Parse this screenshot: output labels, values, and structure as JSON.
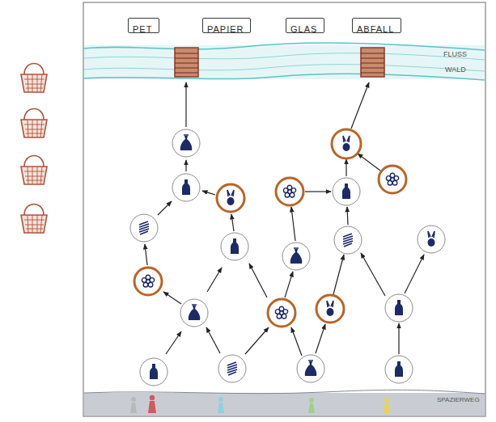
{
  "diagram": {
    "nodes": [
      {
        "text": [
          "PET"
        ]
      },
      {
        "text": [
          "PAPIER"
        ]
      },
      {
        "text": [
          "GLAS"
        ]
      },
      {
        "text": [
          "ABFALL"
        ]
      }
    ],
    "labels": [
      "FLUSS",
      "WALD",
      "SPAZIERWEG"
    ]
  }
}
